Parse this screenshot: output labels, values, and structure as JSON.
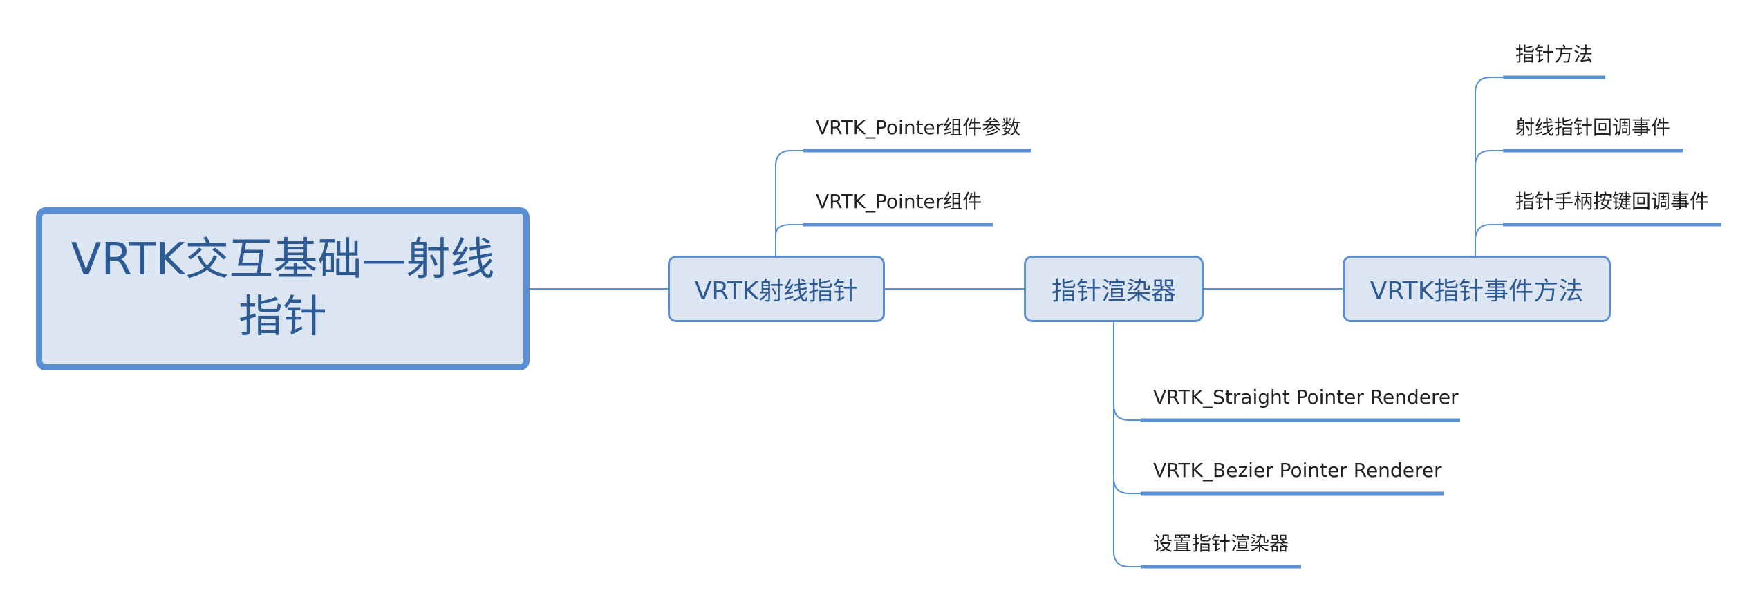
{
  "mindmap": {
    "root": {
      "label": "VRTK交互基础—射线指针"
    },
    "topics": [
      {
        "label": "VRTK射线指针",
        "children": [
          "VRTK_Pointer组件参数",
          "VRTK_Pointer组件"
        ]
      },
      {
        "label": "指针渲染器",
        "children": [
          "VRTK_Straight Pointer Renderer",
          "VRTK_Bezier Pointer Renderer",
          "设置指针渲染器"
        ]
      },
      {
        "label": "VRTK指针事件方法",
        "children": [
          "指针方法",
          "射线指针回调事件",
          "指针手柄按键回调事件"
        ]
      }
    ]
  },
  "colors": {
    "line": "#5b8fd4",
    "node_fill": "#dce6f2",
    "node_text": "#2e5a94",
    "leaf_text": "#222222"
  }
}
